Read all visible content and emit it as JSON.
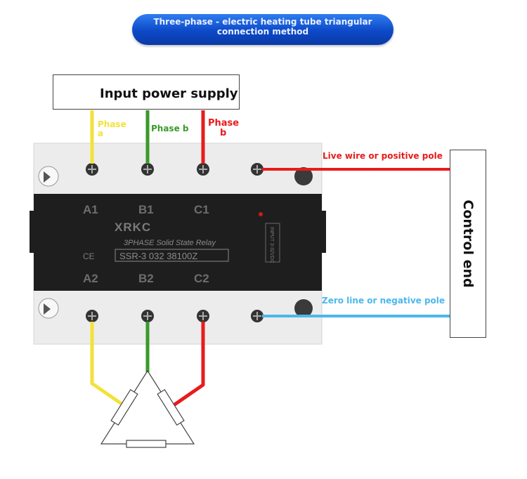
{
  "banner": {
    "line1": "Three-phase - electric heating tube triangular",
    "line2": "connection method"
  },
  "input_box": {
    "label": "Input power supply"
  },
  "control_box": {
    "label": "Control end"
  },
  "wire_labels": {
    "phase_a_line1": "Phase",
    "phase_a_line2": "a",
    "phase_b_green": "Phase b",
    "phase_b_red_line1": "Phase",
    "phase_b_red_line2": "b",
    "live": "Live wire or positive pole",
    "zero": "Zero line or negative pole"
  },
  "relay": {
    "brand": "XRKC",
    "subtitle": "3PHASE Solid State Relay",
    "model": "SSR-3 032 38100Z",
    "ce": "CE",
    "terminals_top": [
      "A1",
      "B1",
      "C1"
    ],
    "terminals_bottom": [
      "A2",
      "B2",
      "C2"
    ],
    "input_marking": "INPUT 3-32VDC"
  },
  "colors": {
    "phase_a": "#f2e23a",
    "phase_b": "#3a9a2a",
    "phase_c": "#e81b1b",
    "live": "#e81b1b",
    "zero": "#4ab8ec",
    "banner": "#1555d6"
  }
}
